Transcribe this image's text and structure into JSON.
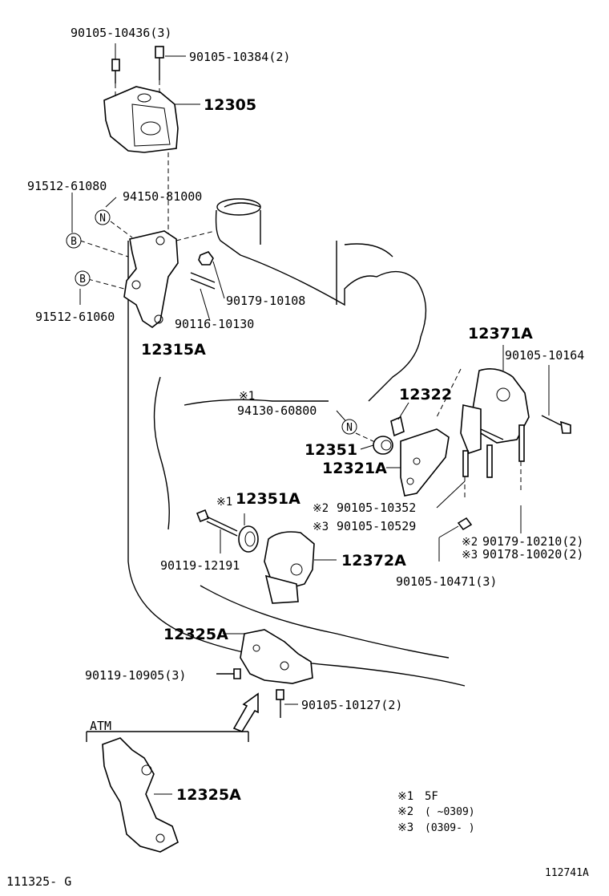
{
  "diagram": {
    "callouts": {
      "c1": "90105-10436(3)",
      "c2": "90105-10384(2)",
      "c3": "12305",
      "c4": "91512-61080",
      "c5": "94150-81000",
      "c6": "90179-10108",
      "c7": "91512-61060",
      "c8": "90116-10130",
      "c9": "12315A",
      "c10": "12371A",
      "c11": "90105-10164",
      "c12": "12322",
      "c13": "94130-60800",
      "c14": "12351",
      "c15": "12321A",
      "c16": "12351A",
      "c17": "90105-10352",
      "c18": "90105-10529",
      "c19": "90179-10210(2)",
      "c20": "90178-10020(2)",
      "c21": "90119-12191",
      "c22": "12372A",
      "c23": "90105-10471(3)",
      "c24": "12325A",
      "c25": "90119-10905(3)",
      "c26": "90105-10127(2)",
      "c27": "12325A"
    },
    "note_marks": {
      "m1": "※1",
      "m2": "※1",
      "m3": "※2",
      "m4": "※3",
      "m5": "※2",
      "m6": "※3"
    },
    "circle_letters": {
      "n": "N",
      "b": "B"
    },
    "atm_label": "ATM",
    "legend": [
      {
        "mark": "※1",
        "text": "5F"
      },
      {
        "mark": "※2",
        "text": "(      ~0309)"
      },
      {
        "mark": "※3",
        "text": "(0309-      )"
      }
    ],
    "footer_left": "111325- G",
    "footer_right": "112741A"
  }
}
